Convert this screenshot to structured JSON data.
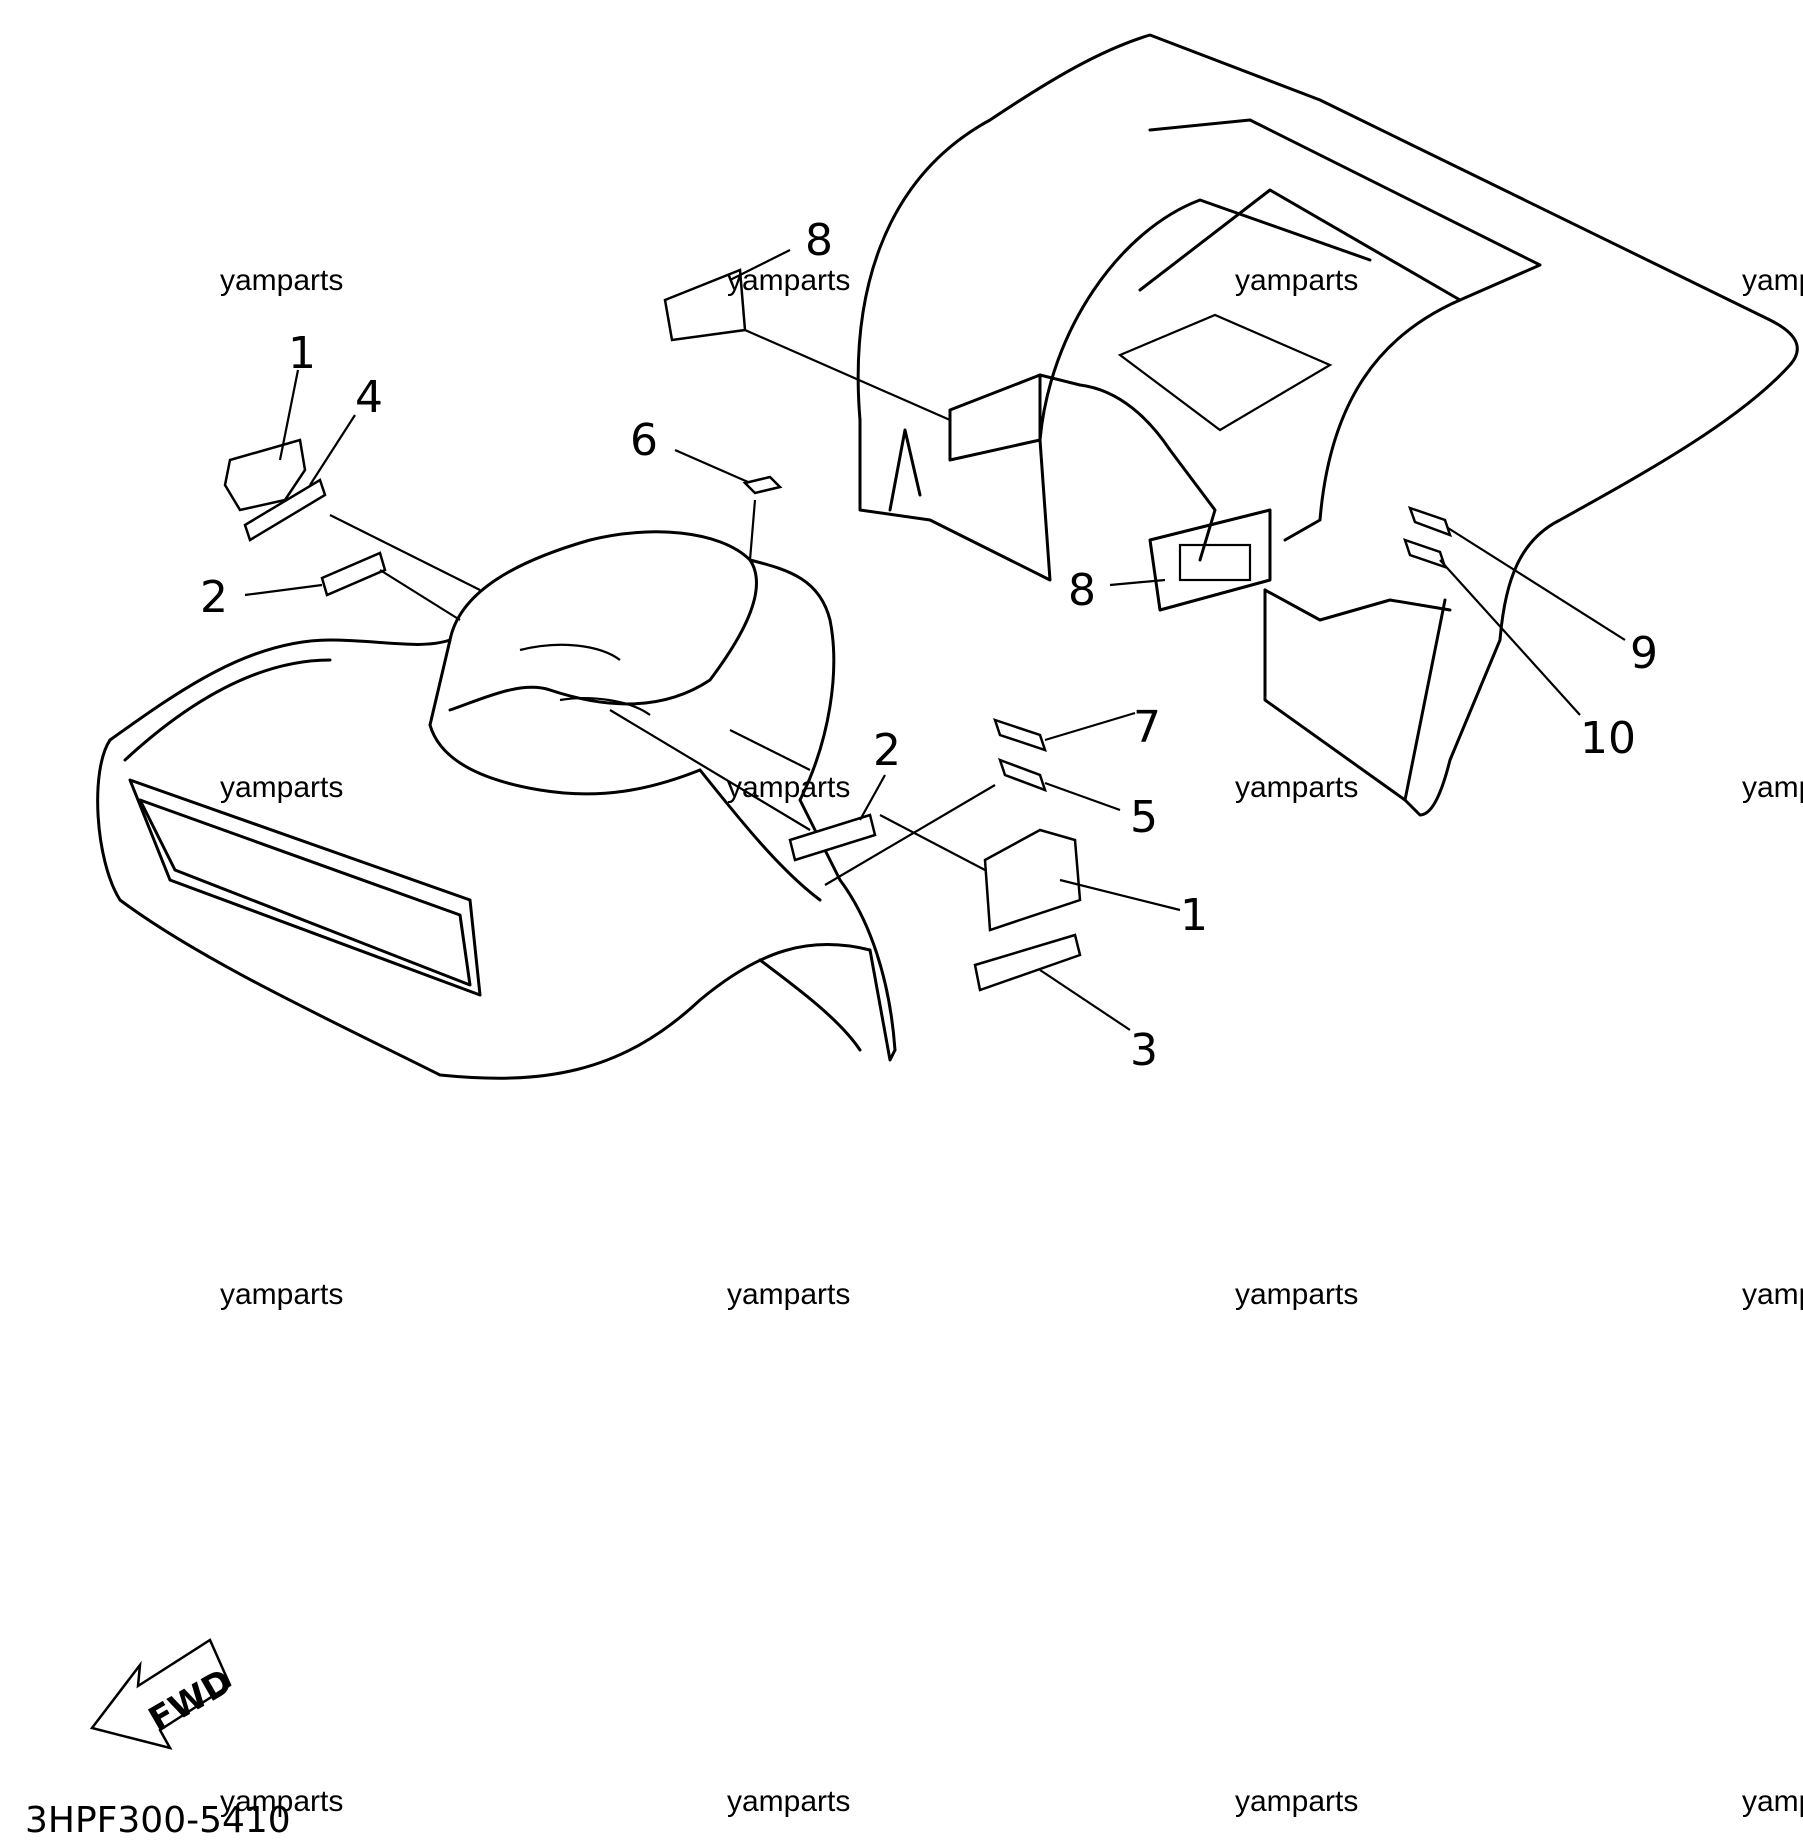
{
  "diagram": {
    "callouts": [
      {
        "id": "1a",
        "label": "1"
      },
      {
        "id": "4",
        "label": "4"
      },
      {
        "id": "2a",
        "label": "2"
      },
      {
        "id": "6",
        "label": "6"
      },
      {
        "id": "8a",
        "label": "8"
      },
      {
        "id": "8b",
        "label": "8"
      },
      {
        "id": "2b",
        "label": "2"
      },
      {
        "id": "7",
        "label": "7"
      },
      {
        "id": "5",
        "label": "5"
      },
      {
        "id": "1b",
        "label": "1"
      },
      {
        "id": "3",
        "label": "3"
      },
      {
        "id": "9",
        "label": "9"
      },
      {
        "id": "10",
        "label": "10"
      }
    ],
    "watermark": "yamparts",
    "fwd_label": "FWD",
    "drawing_code": "3HPF300-5410"
  }
}
